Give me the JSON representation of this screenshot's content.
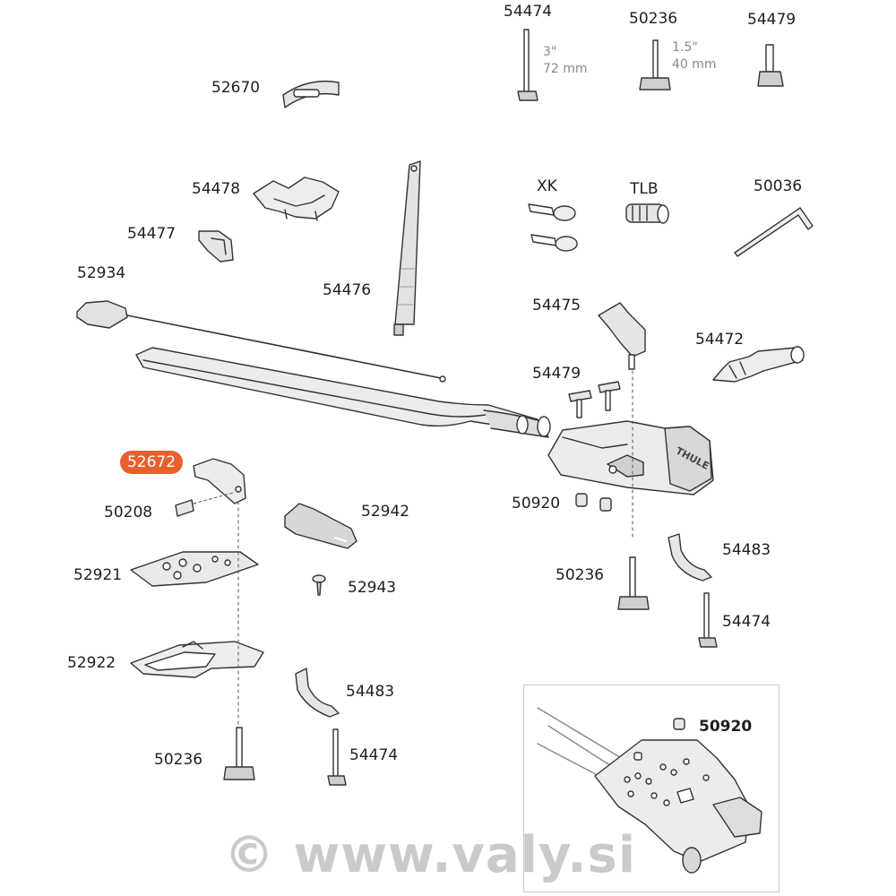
{
  "parts": {
    "p54474_top": "54474",
    "p54474_size_in": "3\"",
    "p54474_size_mm": "72 mm",
    "p50236_top": "50236",
    "p50236_size_in": "1.5\"",
    "p50236_size_mm": "40 mm",
    "p54479_top": "54479",
    "p52670": "52670",
    "p54478": "54478",
    "p54477": "54477",
    "p52934": "52934",
    "p54476": "54476",
    "xk": "XK",
    "tlb": "TLB",
    "p50036": "50036",
    "p54475": "54475",
    "p54472": "54472",
    "p54479_mid": "54479",
    "p52672": "52672",
    "p50208": "50208",
    "p52942": "52942",
    "p50920": "50920",
    "p52921": "52921",
    "p52943": "52943",
    "p50236_mid": "50236",
    "p54483_right": "54483",
    "p54474_right": "54474",
    "p52922": "52922",
    "p54483_mid": "54483",
    "p54474_bottom": "54474",
    "p50236_bottom": "50236",
    "p50920_inset": "50920"
  },
  "brand_mark": "THULE",
  "watermark": "© www.valy.si",
  "colors": {
    "highlight": "#e8602c",
    "line": "#333333",
    "watermark": "#969696"
  }
}
